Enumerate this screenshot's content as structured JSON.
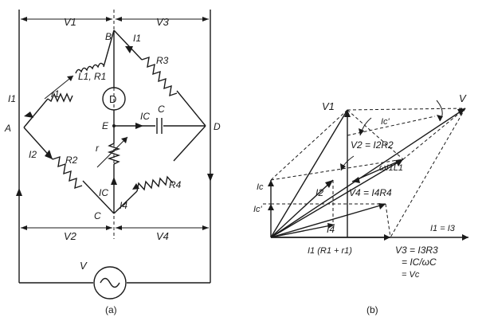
{
  "figure": {
    "panel_a": {
      "caption": "(a)",
      "labels": {
        "V1": "V1",
        "V3": "V3",
        "V2": "V2",
        "V4": "V4",
        "B": "B",
        "A": "A",
        "C": "C",
        "D": "D",
        "E": "E",
        "I1_top": "I1",
        "I1_left": "I1",
        "I2": "I2",
        "Ic_mid": "IC",
        "C_cap": "C",
        "Ic_low": "IC",
        "I4": "I4",
        "R3": "R3",
        "R2": "R2",
        "R4": "R4",
        "L1R1": "L1, R1",
        "r1": "r1",
        "r": "r",
        "detector": "D",
        "V_source": "V"
      }
    },
    "panel_b": {
      "caption": "(b)",
      "labels": {
        "V1": "V1",
        "V": "V",
        "Ic_prime_top": "Ic'",
        "V2eq": "V2 = I2R2",
        "wI1L1": "ωI1L1",
        "I2": "I2",
        "V4eq": "V4 = I4R4",
        "Ic": "Ic",
        "Ic_prime_left": "Ic'",
        "I4": "I4",
        "I1eqI3": "I1 = I3",
        "I1R1r1": "I1 (R1 + r1)",
        "V3eq": "V3 = I3R3",
        "eq2": "= IC/ωC",
        "eq3": "= Vc"
      }
    }
  }
}
